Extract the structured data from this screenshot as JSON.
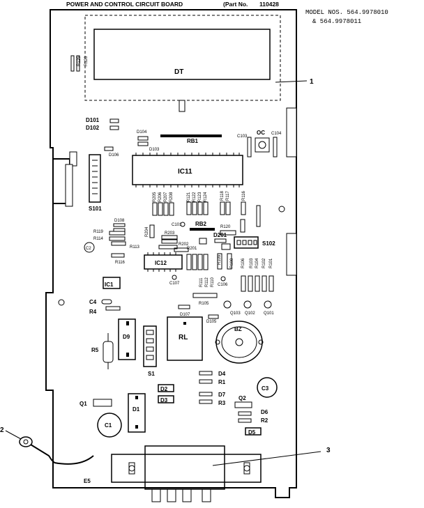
{
  "header": {
    "title": "POWER AND CONTROL CIRCUIT BOARD",
    "part_no": "(Part No.",
    "part_num_value": "110428",
    "model_line1": "MODEL NOS. 564.9978010",
    "model_line2": "& 564.9978011"
  },
  "callouts": {
    "c1": "1",
    "c2": "2",
    "c3": "3"
  },
  "labels": {
    "DT": "DT",
    "RB1": "RB1",
    "IC11": "IC11",
    "IC12": "IC12",
    "IC1": "IC1",
    "RB2": "RB2",
    "OC": "OC",
    "S101": "S101",
    "S102": "S102",
    "S1": "S1",
    "D101": "D101",
    "D102": "D102",
    "D104": "D104",
    "D103": "D103",
    "D106": "D106",
    "D108": "D108",
    "D201": "D201",
    "D107": "D107",
    "D105": "D105",
    "D9": "D9",
    "D1": "D1",
    "D2": "D2",
    "D3": "D3",
    "D4": "D4",
    "D5": "D5",
    "D6": "D6",
    "D7": "D7",
    "R1": "R1",
    "R2": "R2",
    "R3": "R3",
    "R4": "R4",
    "R5": "R5",
    "C1": "C1",
    "C2": "C2",
    "C3": "C3",
    "C4": "C4",
    "C101": "C101",
    "C103": "C103",
    "C104": "C104",
    "C106": "C106",
    "C107": "C107",
    "Q1": "Q1",
    "Q2": "Q2",
    "Q101": "Q101",
    "Q102": "Q102",
    "Q103": "Q103",
    "RL": "RL",
    "BZ": "BZ",
    "E5": "E5",
    "R105": "R105",
    "R108": "R108",
    "R109": "R109",
    "R110": "R110",
    "R111": "R111",
    "R112": "R112",
    "R113": "R113",
    "R114": "R114",
    "R115": "R115",
    "R116": "R116",
    "R117": "R117",
    "R118": "R118",
    "R119": "R119",
    "R120": "R120",
    "R121": "R121",
    "R122": "R122",
    "R123": "R123",
    "R124": "R124",
    "R125": "R125",
    "R126": "R126",
    "R201": "R201",
    "R202": "R202",
    "R203": "R203",
    "R204": "R204",
    "R205": "R205",
    "R206": "R206",
    "R207": "R207",
    "R208": "R208",
    "R101": "R101",
    "R102": "R102",
    "R103": "R103",
    "R104": "R104",
    "R106": "R106"
  }
}
